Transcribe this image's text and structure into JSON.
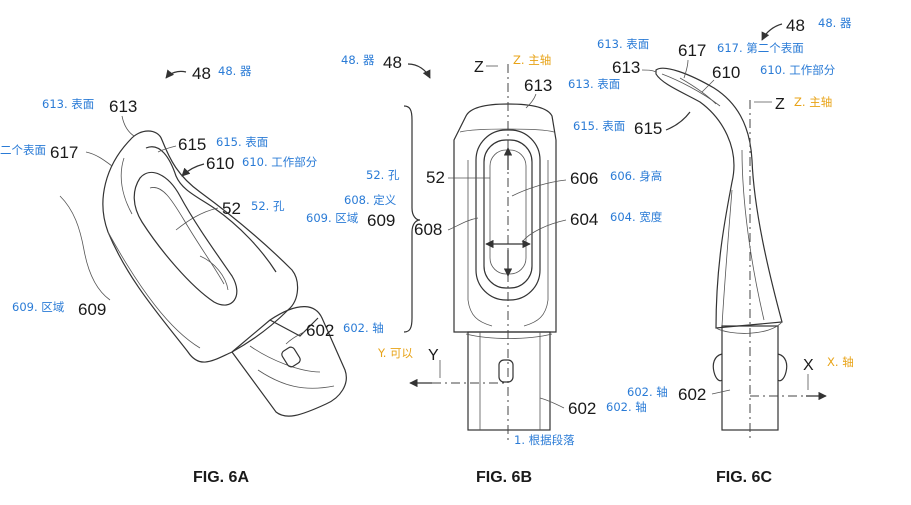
{
  "colors": {
    "annotation": "#2a7bd6",
    "axis_annotation": "#e8a317",
    "line": "#333333"
  },
  "fig6a": {
    "caption": "FIG. 6A",
    "ref_48": "48",
    "ann_48": "48. 器",
    "ref_613": "613",
    "ann_613": "613. 表面",
    "ref_617": "617",
    "ann_617": "二个表面",
    "ref_615": "615",
    "ann_615": "615. 表面",
    "ref_610": "610",
    "ann_610": "610. 工作部分",
    "ref_52": "52",
    "ann_52": "52. 孔",
    "ref_609": "609",
    "ann_609": "609. 区域",
    "ref_602": "602",
    "ann_602": "602. 轴"
  },
  "fig6b": {
    "caption": "FIG. 6B",
    "ref_48": "48",
    "ann_48": "48. 器",
    "axis_z": "Z",
    "ann_z": "Z. 主轴",
    "ref_613": "613",
    "ann_613": "613. 表面",
    "ref_615": "615",
    "ann_615": "615. 表面",
    "ref_52": "52",
    "ann_52": "52. 孔",
    "ref_606": "606",
    "ann_606": "606. 身高",
    "ann_608": "608. 定义",
    "ann_609": "609. 区域",
    "ref_609": "609",
    "ref_608": "608",
    "ref_604": "604",
    "ann_604": "604. 宽度",
    "ann_y": "Y. 可以",
    "axis_y": "Y",
    "ref_602": "602",
    "ann_602": "602. 轴",
    "ann_1": "1. 根据段落"
  },
  "fig6c": {
    "caption": "FIG. 6C",
    "ref_48": "48",
    "ann_48": "48. 器",
    "ann_613": "613. 表面",
    "ref_613": "613",
    "ref_617": "617",
    "ann_617": "617. 第二个表面",
    "ref_610": "610",
    "ann_610": "610. 工作部分",
    "axis_z": "Z",
    "ann_z": "Z. 主轴",
    "axis_x": "X",
    "ann_x": "X. 轴",
    "ann_602": "602. 轴",
    "ref_602": "602"
  }
}
